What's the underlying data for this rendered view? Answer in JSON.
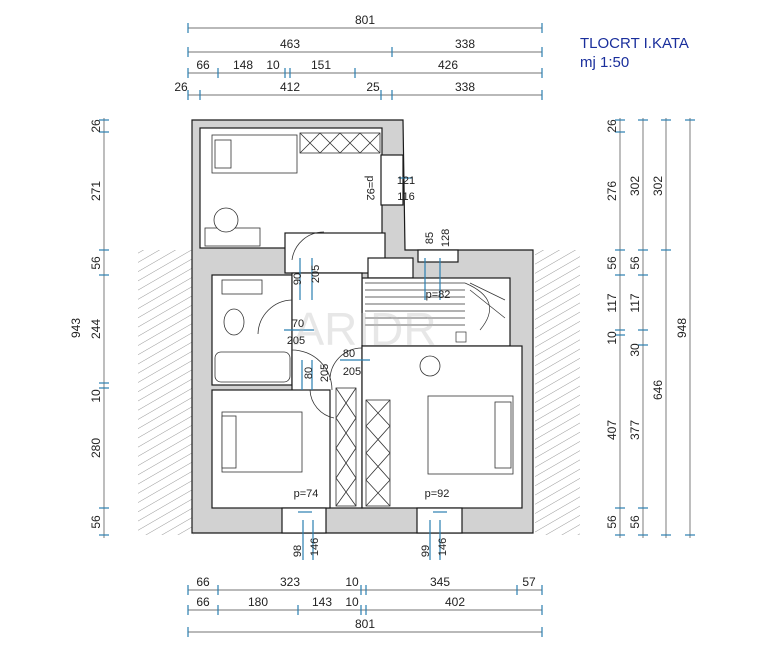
{
  "title": {
    "line1": "TLOCRT I.KATA",
    "line2": "mj 1:50"
  },
  "watermark": "ARIDR",
  "colors": {
    "wall": "#d2d2d2",
    "stroke": "#1a1a1a",
    "dim_tick": "#2a7fb0",
    "title": "#1a2f9c",
    "hatch": "#888888"
  },
  "dims": {
    "top": {
      "r1": [
        "801"
      ],
      "r2": [
        "463",
        "338"
      ],
      "r3": [
        "66",
        "148",
        "10",
        "151",
        "426"
      ],
      "r4": [
        "26",
        "412",
        "25",
        "338"
      ]
    },
    "bottom": {
      "r1": [
        "66",
        "323",
        "10",
        "345",
        "57"
      ],
      "r2": [
        "66",
        "180",
        "143",
        "10",
        "402"
      ],
      "r3": [
        "801"
      ]
    },
    "left": {
      "segs": [
        "26",
        "271",
        "56",
        "244",
        "10",
        "280",
        "56"
      ],
      "total": "943"
    },
    "right": {
      "c1": [
        "26",
        "276",
        "56",
        "117",
        "10",
        "407",
        "56"
      ],
      "c2": [
        "302",
        "56",
        "117",
        "30",
        "377",
        "56"
      ],
      "c3": [
        "302",
        "646"
      ],
      "total": "948"
    }
  },
  "rooms": {
    "door_top_1": "121",
    "door_top_2": "116",
    "p_top": "p=92",
    "stair_1": "85",
    "stair_2": "128",
    "p_stair": "p=82",
    "door_a_1": "90",
    "door_a_2": "205",
    "bath_1": "70",
    "bath_2": "205",
    "hall_1": "80",
    "hall_2": "205",
    "hall2_1": "80",
    "hall2_2": "205",
    "p_left": "p=74",
    "p_right": "p=92",
    "win_l_1": "98",
    "win_l_2": "146",
    "win_r_1": "99",
    "win_r_2": "146"
  }
}
